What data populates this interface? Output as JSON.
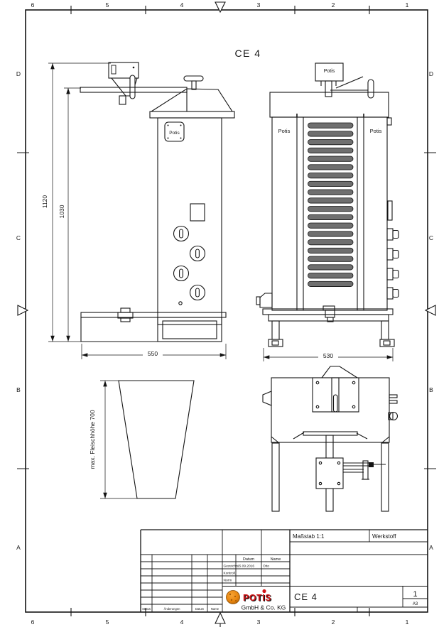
{
  "page": {
    "title": "CE 4"
  },
  "frame": {
    "cols": [
      "6",
      "5",
      "4",
      "3",
      "2",
      "1"
    ],
    "rows": [
      "D",
      "C",
      "B",
      "A"
    ]
  },
  "front_view": {
    "badge_label": "Potis",
    "dim_total_height": "1120",
    "dim_body_height": "1030",
    "dim_width": "550"
  },
  "side_view": {
    "motor_label": "Potis",
    "left_panel_label": "Potis",
    "right_panel_label": "Potis",
    "dim_width": "530"
  },
  "funnel_view": {
    "dim_label": "max. Fleischhöhe 700"
  },
  "title_block": {
    "scale": "Maßstab 1:1",
    "material": "Werkstoff",
    "header_date": "Datum",
    "header_name": "Name",
    "row_drawn": "Gezeichn.",
    "row_checked": "Kontroll.",
    "row_standard": "Norm",
    "drawn_date": "15.09.2016",
    "drawn_by": "Otto",
    "rev_status": "Status",
    "rev_changes": "Änderungen",
    "rev_date": "Datum",
    "rev_name": "Name",
    "doc_title": "CE 4",
    "sheet": "1",
    "format": "A3",
    "logo_text": "POTIS",
    "company": "GmbH & Co. KG"
  },
  "colors": {
    "line": "#141414",
    "logo_orange": "#e8860f",
    "logo_red": "#d41417",
    "coil_fill": "#6f6f6f"
  }
}
